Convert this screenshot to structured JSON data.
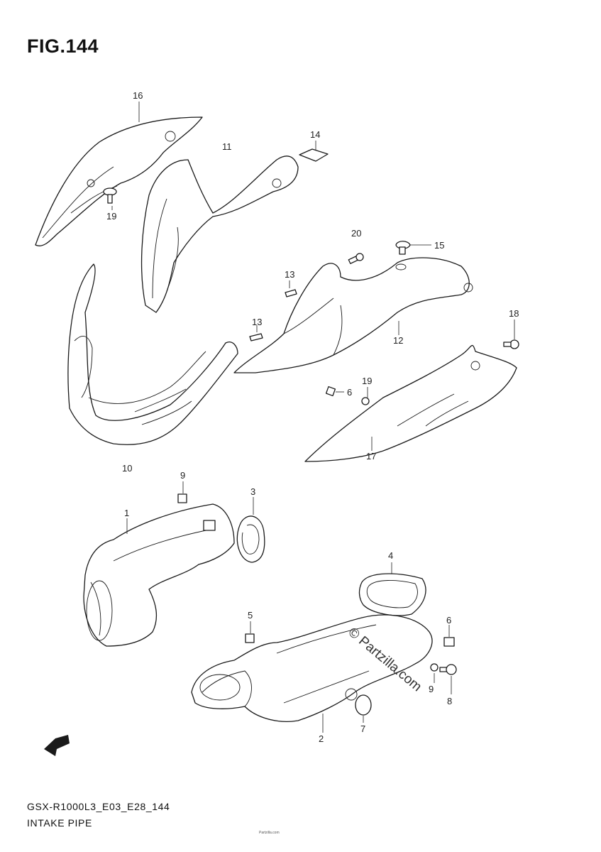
{
  "figure": {
    "title": "FIG.144",
    "code": "GSX-R1000L3_E03_E28_144",
    "name": "INTAKE PIPE"
  },
  "watermark": "© Partzilla.com",
  "fine_print": "Partzilla.com",
  "callouts": [
    "16",
    "11",
    "14",
    "19",
    "20",
    "15",
    "13",
    "13",
    "12",
    "18",
    "6",
    "19",
    "17",
    "10",
    "9",
    "3",
    "1",
    "4",
    "5",
    "6",
    "9",
    "8",
    "7",
    "2"
  ],
  "icons": {
    "front_arrow": "fwd-arrow-icon"
  }
}
